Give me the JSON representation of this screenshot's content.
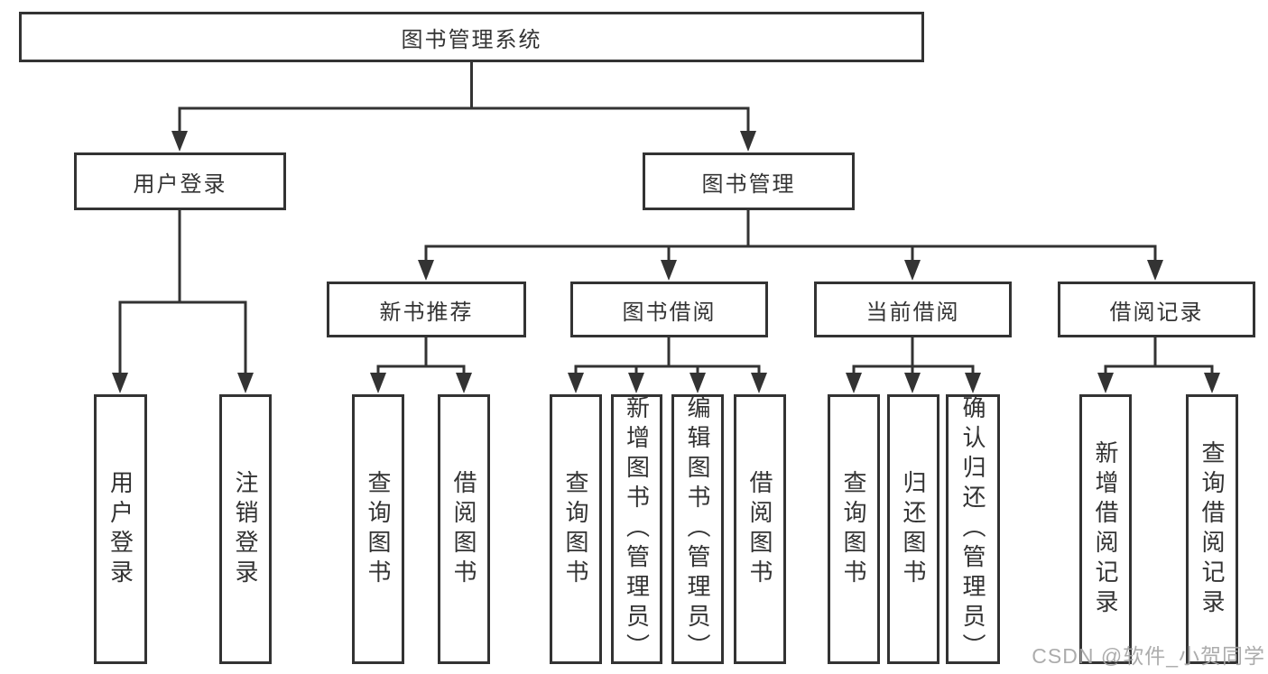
{
  "tree": {
    "root": "图书管理系统",
    "branches": [
      {
        "label": "用户登录",
        "leaves": [
          "用户登录",
          "注销登录"
        ]
      },
      {
        "label": "图书管理",
        "groups": [
          {
            "label": "新书推荐",
            "leaves": [
              "查询图书",
              "借阅图书"
            ]
          },
          {
            "label": "图书借阅",
            "leaves": [
              "查询图书",
              "新增图书（管理员）",
              "编辑图书（管理员）",
              "借阅图书"
            ]
          },
          {
            "label": "当前借阅",
            "leaves": [
              "查询图书",
              "归还图书",
              "确认归还（管理员）"
            ]
          },
          {
            "label": "借阅记录",
            "leaves": [
              "新增借阅记录",
              "查询借阅记录"
            ]
          }
        ]
      }
    ]
  },
  "watermark": {
    "text": "CSDN @软件_小贺同学"
  },
  "colors": {
    "line": "#333333",
    "box_border": "#333333",
    "text": "#333333",
    "background": "#ffffff",
    "watermark": "#a6a6a6"
  }
}
